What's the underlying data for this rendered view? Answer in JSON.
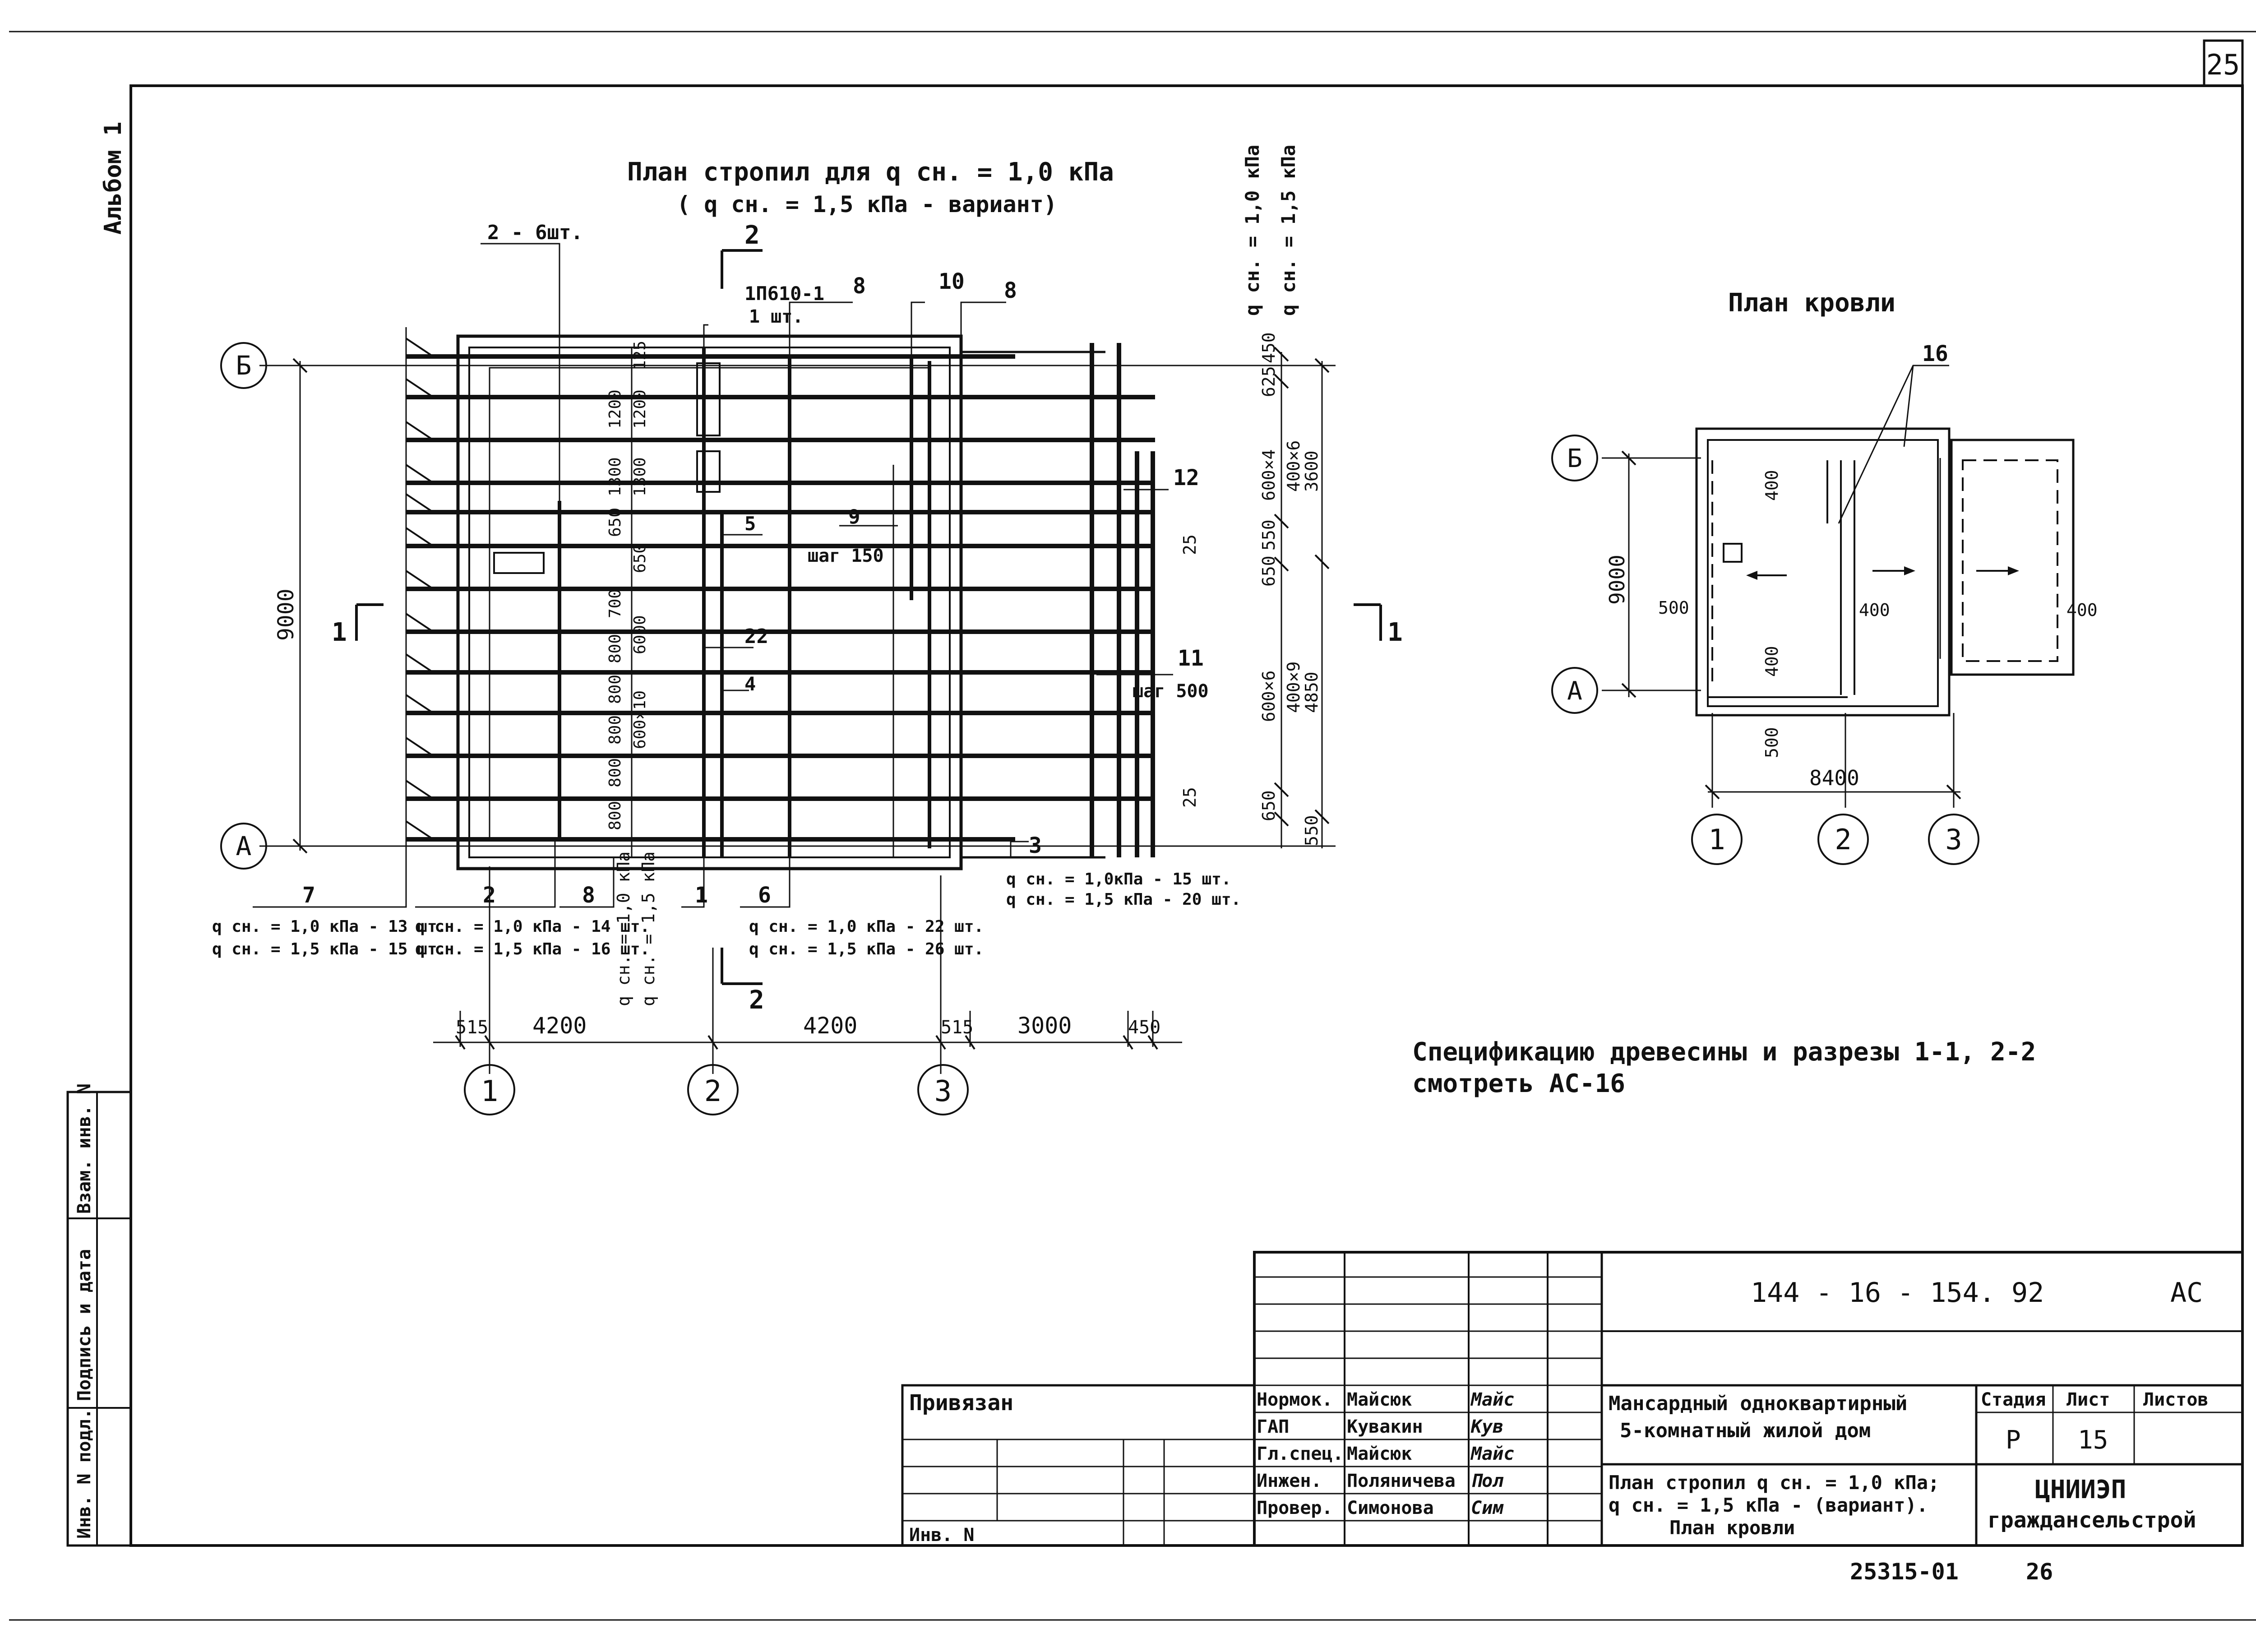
{
  "sheet": {
    "page_number": "25",
    "album": "Альбом 1"
  },
  "rafter_plan": {
    "title_line1": "План стропил для q сн. = 1,0 кПа",
    "title_line2": "( q сн. = 1,5 кПа - вариант)",
    "axis_b": "Б",
    "axis_a": "А",
    "axis_1": "1",
    "axis_2": "2",
    "axis_3": "3",
    "overall_height": "9000",
    "section_1_label": "1",
    "section_1_label_right": "1",
    "section_2_label_top": "2",
    "section_2_label_bottom": "2",
    "dims_bottom": [
      "515",
      "4200",
      "4200",
      "515",
      "3000",
      "450"
    ],
    "dims_inner_vertical": [
      "125",
      "1200",
      "1200",
      "1300",
      "1300",
      "650",
      "650",
      "700",
      "800",
      "800",
      "800",
      "800",
      "800",
      "6000",
      "600×10"
    ],
    "dims_right_chain": [
      "450",
      "625",
      "600×4",
      "550",
      "650",
      "600×6",
      "650",
      "550"
    ],
    "dims_right_total": [
      "400×6",
      "3600",
      "400×9",
      "4850"
    ],
    "dims_small": [
      "25",
      "25"
    ],
    "right_header_1": "q сн. = 1,0 кПа",
    "right_header_2": "q сн. = 1,5 кПа",
    "vertical_label_1": "q сн. = 1,0 кПа",
    "vertical_label_2": "q сн. = 1,5 кПа",
    "callouts": {
      "c2_6": "2 - 6шт.",
      "c1p": "1П610-1",
      "c1p_qty": "1 шт.",
      "c8a": "8",
      "c10": "10",
      "c8b": "8",
      "c12": "12",
      "c5": "5",
      "c9": "9",
      "step150": "шаг 150",
      "c22": "22",
      "c11": "11",
      "step500": "шаг 500",
      "c4": "4",
      "c3": "3",
      "c3_q1": "q сн. = 1,0кПа - 15 шт.",
      "c3_q2": "q сн. = 1,5 кПа - 20 шт.",
      "c7": "7",
      "c7_q1": "q сн. = 1,0 кПа - 13 шт.",
      "c7_q2": "q сн. = 1,5 кПа - 15 шт.",
      "c2": "2",
      "c2_q1": "q сн. = 1,0 кПа - 14 шт.",
      "c2_q2": "q сн. = 1,5 кПа - 16 шт.",
      "c8c": "8",
      "c1": "1",
      "c6": "6",
      "c6_q1": "q сн. = 1,0 кПа - 22 шт.",
      "c6_q2": "q сн. = 1,5 кПа - 26 шт."
    }
  },
  "roof_plan": {
    "title": "План кровли",
    "axis_b": "Б",
    "axis_a": "А",
    "axis_1": "1",
    "axis_2": "2",
    "axis_3": "3",
    "height": "9000",
    "width": "8400",
    "callout_16": "16",
    "dim_400_top": "400",
    "dim_400_mid": "400",
    "dim_400_right": "400",
    "dim_400_bottom": "400",
    "dim_500_left": "500",
    "dim_500_bottom": "500"
  },
  "note": {
    "line1": "Спецификацию древесины и разрезы 1-1, 2-2",
    "line2": "смотреть АС-16"
  },
  "title_block": {
    "code": "144 - 16 - 154. 92",
    "mark": "АС",
    "tied": "Привязан",
    "inv": "Инв. N",
    "roles": [
      {
        "role": "Нормок.",
        "name": "Майсюк",
        "sign": "Майс"
      },
      {
        "role": "ГАП",
        "name": "Кувакин",
        "sign": "Кув"
      },
      {
        "role": "Гл.спец.",
        "name": "Майсюк",
        "sign": "Майс"
      },
      {
        "role": "Инжен.",
        "name": "Поляничева",
        "sign": "Пол"
      },
      {
        "role": "Провер.",
        "name": "Симонова",
        "sign": "Сим"
      }
    ],
    "project_line1": "Мансардный одноквартирный",
    "project_line2": "5-комнатный жилой дом",
    "sheet_line1": "План стропил q сн. = 1,0 кПа;",
    "sheet_line2": "q сн. = 1,5 кПа - (вариант).",
    "sheet_line3": "План кровли",
    "stage_label": "Стадия",
    "sheet_label": "Лист",
    "sheets_label": "Листов",
    "stage": "Р",
    "sheet_no": "15",
    "org_line1": "ЦНИИЭП",
    "org_line2": "граждансельстрой",
    "bottom_code": "25315-01",
    "bottom_page": "26"
  },
  "left_stamp": {
    "inv_podl": "Инв. N подл.",
    "podpis": "Подпись и дата",
    "vzam": "Взам. инв. N"
  }
}
